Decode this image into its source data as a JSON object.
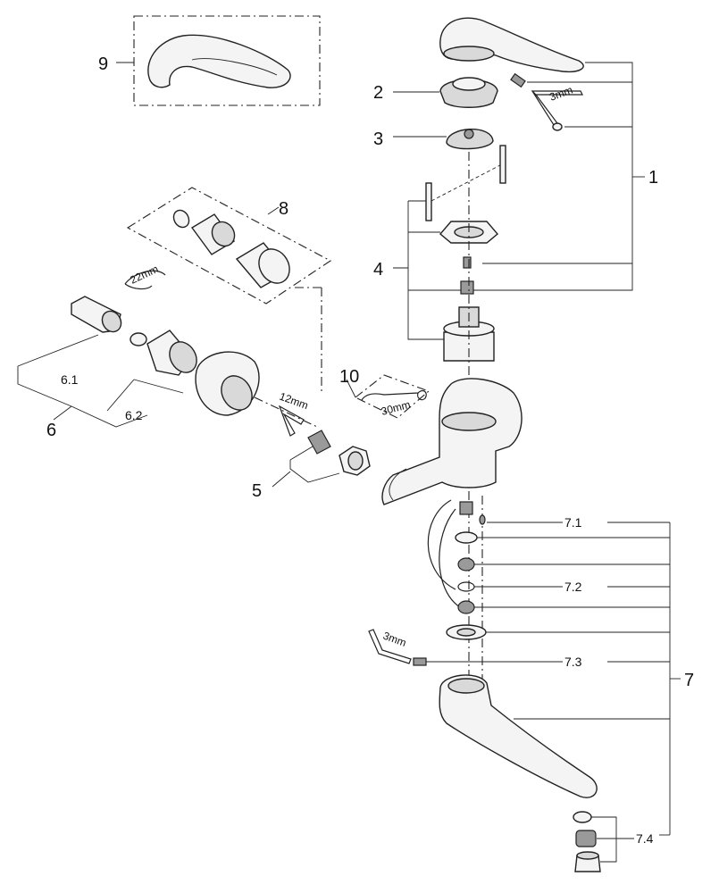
{
  "labels": {
    "l1": "1",
    "l2": "2",
    "l3": "3",
    "l4": "4",
    "l5": "5",
    "l6": "6",
    "l61": "6.1",
    "l62": "6.2",
    "l7": "7",
    "l71": "7.1",
    "l72": "7.2",
    "l73": "7.3",
    "l74": "7.4",
    "l8": "8",
    "l9": "9",
    "l10": "10"
  },
  "tools": {
    "hex3_top": "3mm",
    "wrench22": "22mm",
    "hex12": "12mm",
    "wrench30": "30mm",
    "hex3_bottom": "3mm"
  }
}
